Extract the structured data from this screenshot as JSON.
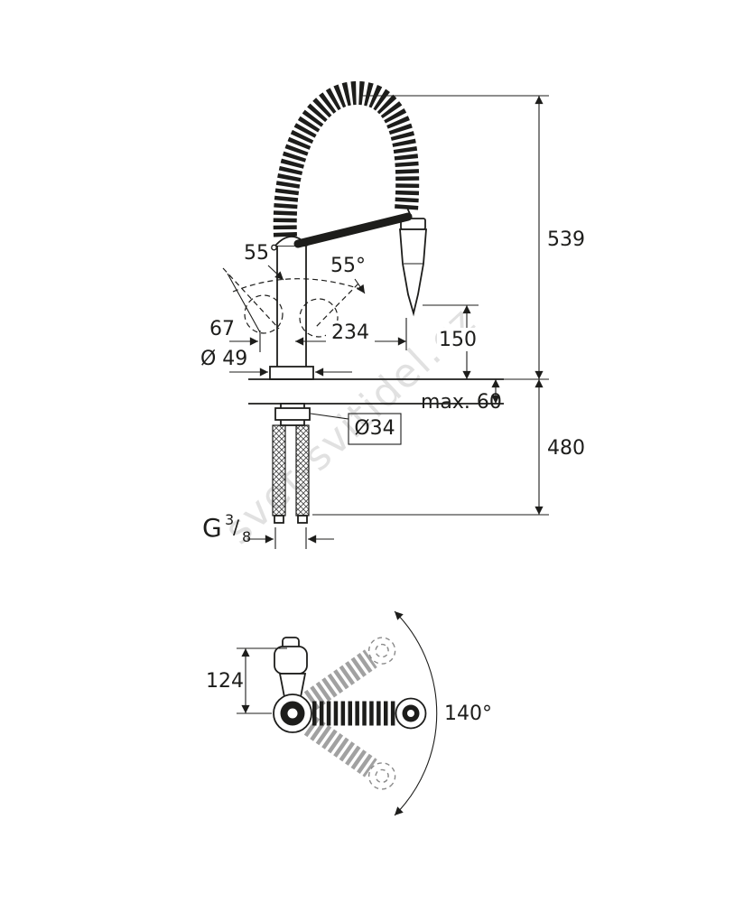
{
  "watermark": "svet-svitidel.cz",
  "colors": {
    "line": "#1d1d1b",
    "watermark": "#c9c9c9",
    "background": "#ffffff"
  },
  "labels": {
    "total_height": "539",
    "below_counter_height": "480",
    "handle_angle_left": "55°",
    "handle_angle_right": "55°",
    "handle_offset": "67",
    "spout_reach": "234",
    "spray_head_clearance": "150",
    "base_diameter": "Ø 49",
    "max_counter_thickness": "max. 60",
    "shank_diameter": "Ø34",
    "thread_letter": "G",
    "thread_numerator": "3",
    "thread_slash": "/",
    "thread_denominator": "8",
    "top_view_depth": "124",
    "swivel_angle": "140°"
  }
}
